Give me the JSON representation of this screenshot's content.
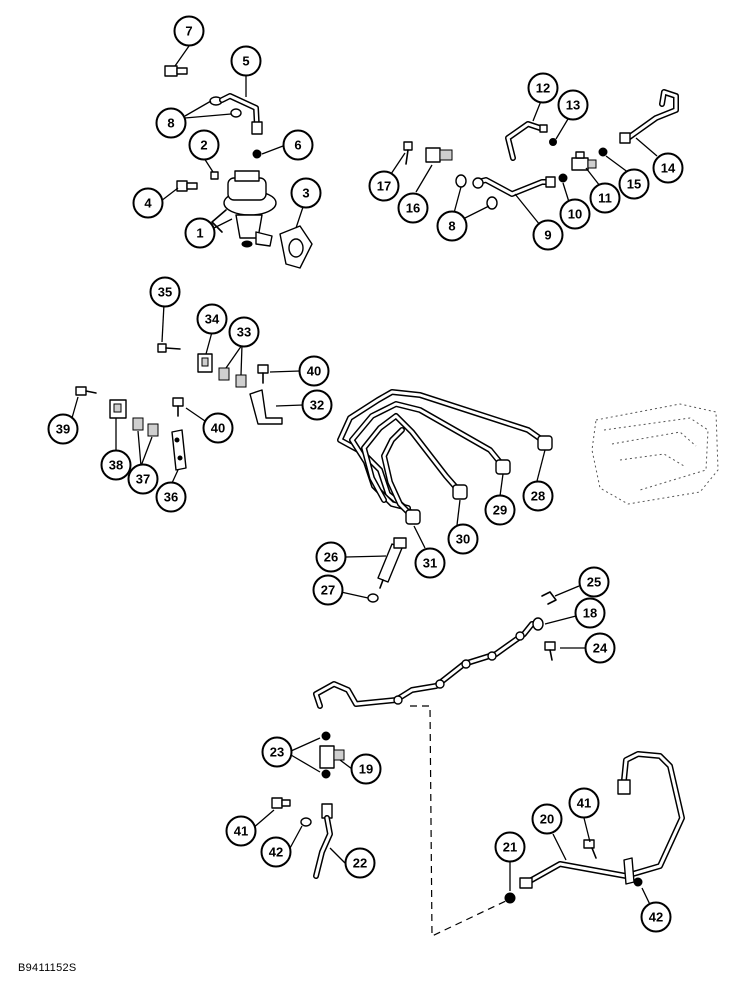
{
  "figure_id": "B9411152S",
  "callouts": [
    "7",
    "5",
    "8",
    "2",
    "6",
    "4",
    "1",
    "3",
    "12",
    "13",
    "14",
    "17",
    "16",
    "8",
    "9",
    "10",
    "11",
    "15",
    "35",
    "34",
    "33",
    "40",
    "32",
    "39",
    "40",
    "38",
    "37",
    "36",
    "28",
    "29",
    "30",
    "31",
    "26",
    "27",
    "25",
    "18",
    "24",
    "23",
    "19",
    "41",
    "42",
    "22",
    "20",
    "41",
    "21",
    "42"
  ]
}
